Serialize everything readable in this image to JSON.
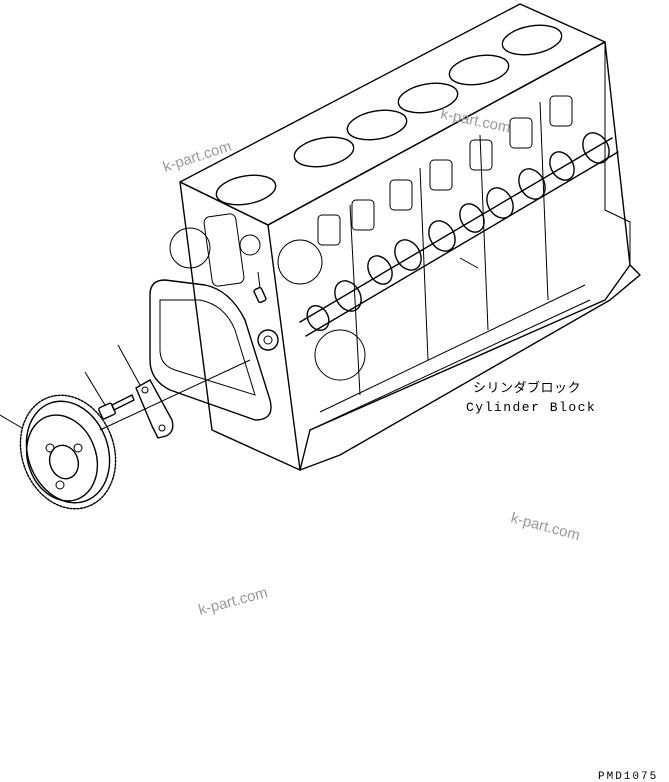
{
  "labels": {
    "cylinder_block_jp": "シリンダブロック",
    "cylinder_block_en": "Cylinder Block",
    "drawing_code": "PMD1075"
  },
  "watermarks": [
    "k-part.com",
    "k-part.com",
    "k-part.com",
    "k-part.com"
  ],
  "icons": {
    "engine_block": "cylinder-block-icon",
    "camshaft": "camshaft-icon",
    "cam_gear": "gear-icon",
    "bolt": "bolt-icon",
    "plate": "thrust-plate-icon",
    "key": "key-icon"
  }
}
